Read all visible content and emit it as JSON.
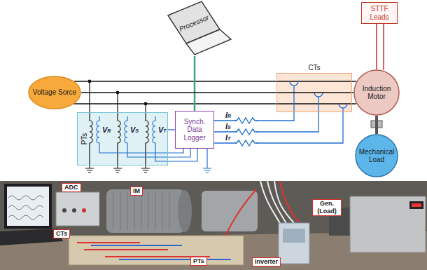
{
  "diagram": {
    "nodes": [
      {
        "text": [
          "Processor"
        ]
      },
      {
        "text": [
          "STTF Leads"
        ]
      },
      {
        "text": [
          "CTs"
        ]
      },
      {
        "text": [
          "Voltage Sorce"
        ]
      },
      {
        "text": [
          "Induction Motor"
        ]
      },
      {
        "text": [
          "PTs"
        ]
      },
      {
        "text": [
          "Synch. Data Logger"
        ]
      },
      {
        "text": [
          "Mechanical Load"
        ]
      },
      {
        "text": [
          "ADC"
        ]
      },
      {
        "text": [
          "IM"
        ]
      },
      {
        "text": [
          "Gen. (Load)"
        ]
      },
      {
        "text": [
          "CTs"
        ]
      },
      {
        "text": [
          "PTs"
        ]
      },
      {
        "text": [
          "Inverter"
        ]
      }
    ],
    "edges": [
      {
        "from": 0,
        "to": 6,
        "arrow": "none"
      },
      {
        "from": 1,
        "to": 4,
        "arrow": "none"
      },
      {
        "from": 3,
        "to": 4,
        "arrow": "none"
      },
      {
        "from": 5,
        "to": 6,
        "arrow": "none"
      },
      {
        "from": 2,
        "to": 6,
        "arrow": "none"
      },
      {
        "from": 4,
        "to": 7,
        "arrow": "none"
      }
    ],
    "labels": [
      "VR",
      "VS",
      "VT",
      "IR",
      "IS",
      "IT"
    ]
  }
}
